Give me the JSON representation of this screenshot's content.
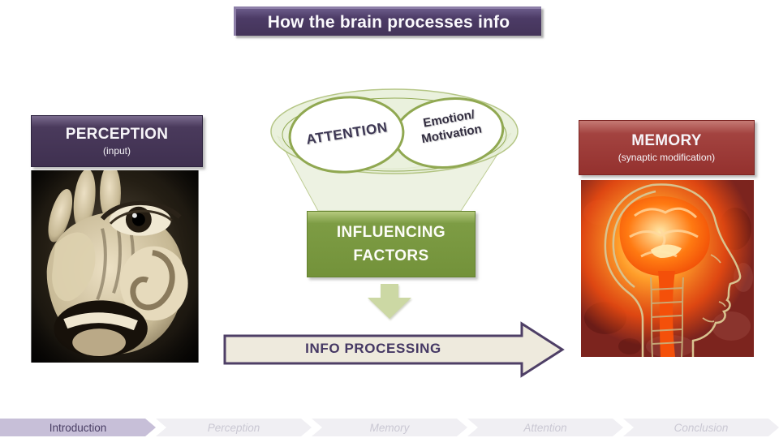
{
  "slide_title": "How the brain processes info",
  "boxes": {
    "perception": {
      "title": "PERCEPTION",
      "subtitle": "(input)"
    },
    "memory": {
      "title": "MEMORY",
      "subtitle": "(synaptic modification)"
    },
    "influencing": {
      "line1": "INFLUENCING",
      "line2": "FACTORS"
    }
  },
  "funnel": {
    "attention_label": "ATTENTION",
    "emotion_line1": "Emotion/",
    "emotion_line2": "Motivation"
  },
  "arrow_label": "INFO PROCESSING",
  "nav": {
    "items": [
      {
        "label": "Introduction",
        "active": true
      },
      {
        "label": "Perception",
        "active": false
      },
      {
        "label": "Memory",
        "active": false
      },
      {
        "label": "Attention",
        "active": false
      },
      {
        "label": "Conclusion",
        "active": false
      }
    ]
  },
  "icons": {
    "left_image": "surreal-face-hand-photo",
    "right_image": "glowing-brain-profile-photo",
    "down_arrow": "down-arrow",
    "process_arrow": "right-block-arrow",
    "nav_separator": "chevron-right"
  },
  "colors": {
    "title_bg": "#4c3b66",
    "title_highlight": "#8d7fa8",
    "perception_bg": "#463754",
    "memory_bg": "#a34340",
    "influencing_bg": "#7d9c44",
    "funnel_stroke": "#93ab55",
    "funnel_fill": "#ecf1e0",
    "down_arrow_fill": "#ccd8a4",
    "process_arrow_fill": "#eeeadd",
    "process_arrow_stroke": "#4e3f66",
    "nav_active_bg": "#c7bfd8",
    "nav_inactive_bg": "#f0eff3",
    "nav_active_text": "#483d63",
    "nav_inactive_text": "#cac8d3"
  }
}
